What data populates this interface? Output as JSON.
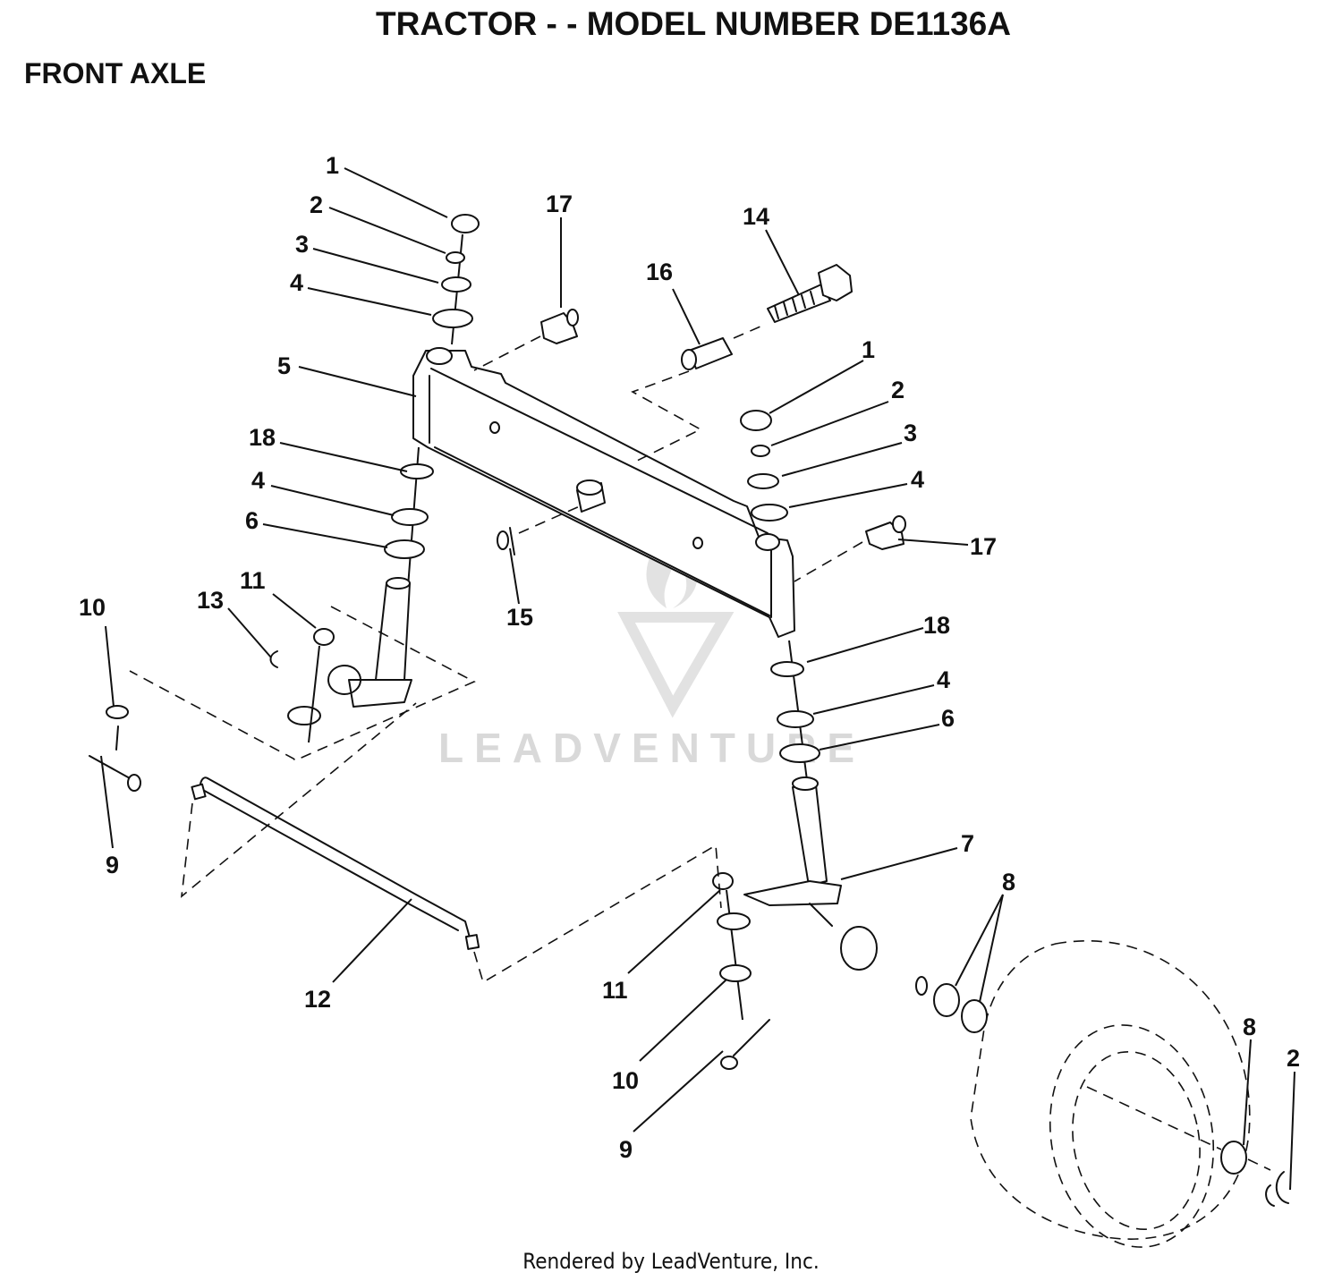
{
  "header": {
    "title": "TRACTOR - - MODEL NUMBER DE1136A",
    "subtitle": "FRONT AXLE"
  },
  "watermark": {
    "text": "LEADVENTURE",
    "color": "#d9d9d9"
  },
  "footer": {
    "text": "Rendered by LeadVenture, Inc."
  },
  "callouts": [
    "1",
    "2",
    "3",
    "4",
    "5",
    "18",
    "4",
    "6",
    "11",
    "13",
    "10",
    "9",
    "17",
    "16",
    "14",
    "1",
    "2",
    "3",
    "4",
    "17",
    "15",
    "18",
    "4",
    "6",
    "7",
    "8",
    "8",
    "2",
    "12",
    "11",
    "10",
    "9"
  ]
}
